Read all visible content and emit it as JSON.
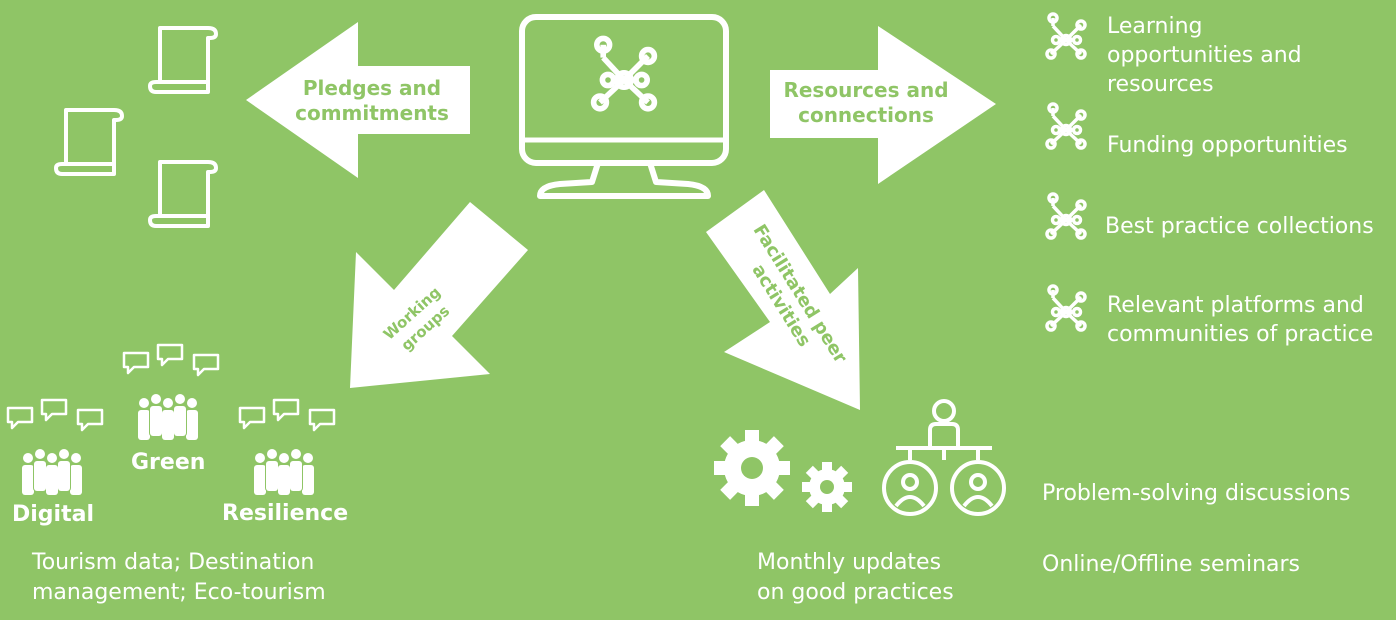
{
  "diagram": {
    "arrows": {
      "pledges": [
        "Pledges and",
        "commitments"
      ],
      "resources": [
        "Resources and",
        "connections"
      ],
      "working_groups": [
        "Working",
        "groups"
      ],
      "peer_activities": [
        "Facilitated peer",
        "activities"
      ]
    },
    "resources": [
      {
        "icon": "network-icon",
        "lines": [
          "Learning",
          "opportunities and",
          "resources"
        ]
      },
      {
        "icon": "network-icon",
        "lines": [
          "Funding opportunities"
        ]
      },
      {
        "icon": "network-icon",
        "lines": [
          "Best practice collections"
        ]
      },
      {
        "icon": "network-icon",
        "lines": [
          "Relevant platforms and",
          "communities of practice"
        ]
      }
    ],
    "working_groups": {
      "groups": [
        "Digital",
        "Green",
        "Resilience"
      ],
      "caption": [
        "Tourism data; Destination",
        "management; Eco-tourism"
      ]
    },
    "peer": {
      "caption": [
        "Monthly updates",
        "on good practices"
      ],
      "activities": [
        "Problem-solving discussions",
        "Online/Offline seminars"
      ]
    }
  },
  "colors": {
    "background": "#8fc566",
    "foreground": "#ffffff",
    "arrow_text": "#8fc566"
  }
}
